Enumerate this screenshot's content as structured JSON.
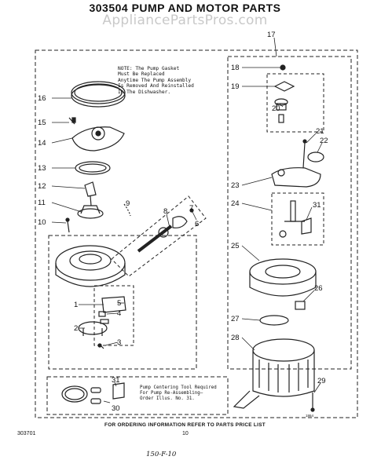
{
  "title": "303504 PUMP AND MOTOR PARTS",
  "watermark": "AppliancePartsPros.com",
  "note": "NOTE: The Pump Gasket\nMust Be Replaced\nAnytime The Pump Assembly\nIs Removed And Reinstalled\nIn The Dishwasher.",
  "tool_note": "Pump Centering Tool Required\nFor Pump Re-Assembling—\nOrder Illus. No. 31.",
  "footer": "FOR ORDERING INFORMATION REFER TO PARTS PRICE LIST",
  "diagram_code": "303701",
  "page_number": "10",
  "handwritten": "150-F-10",
  "figure_ref": "1864",
  "callouts": [
    "1",
    "2",
    "3",
    "4",
    "5",
    "6",
    "7",
    "8",
    "9",
    "10",
    "11",
    "12",
    "13",
    "14",
    "15",
    "16",
    "17",
    "18",
    "19",
    "20",
    "21",
    "22",
    "23",
    "24",
    "25",
    "26",
    "27",
    "28",
    "29",
    "30",
    "31"
  ]
}
